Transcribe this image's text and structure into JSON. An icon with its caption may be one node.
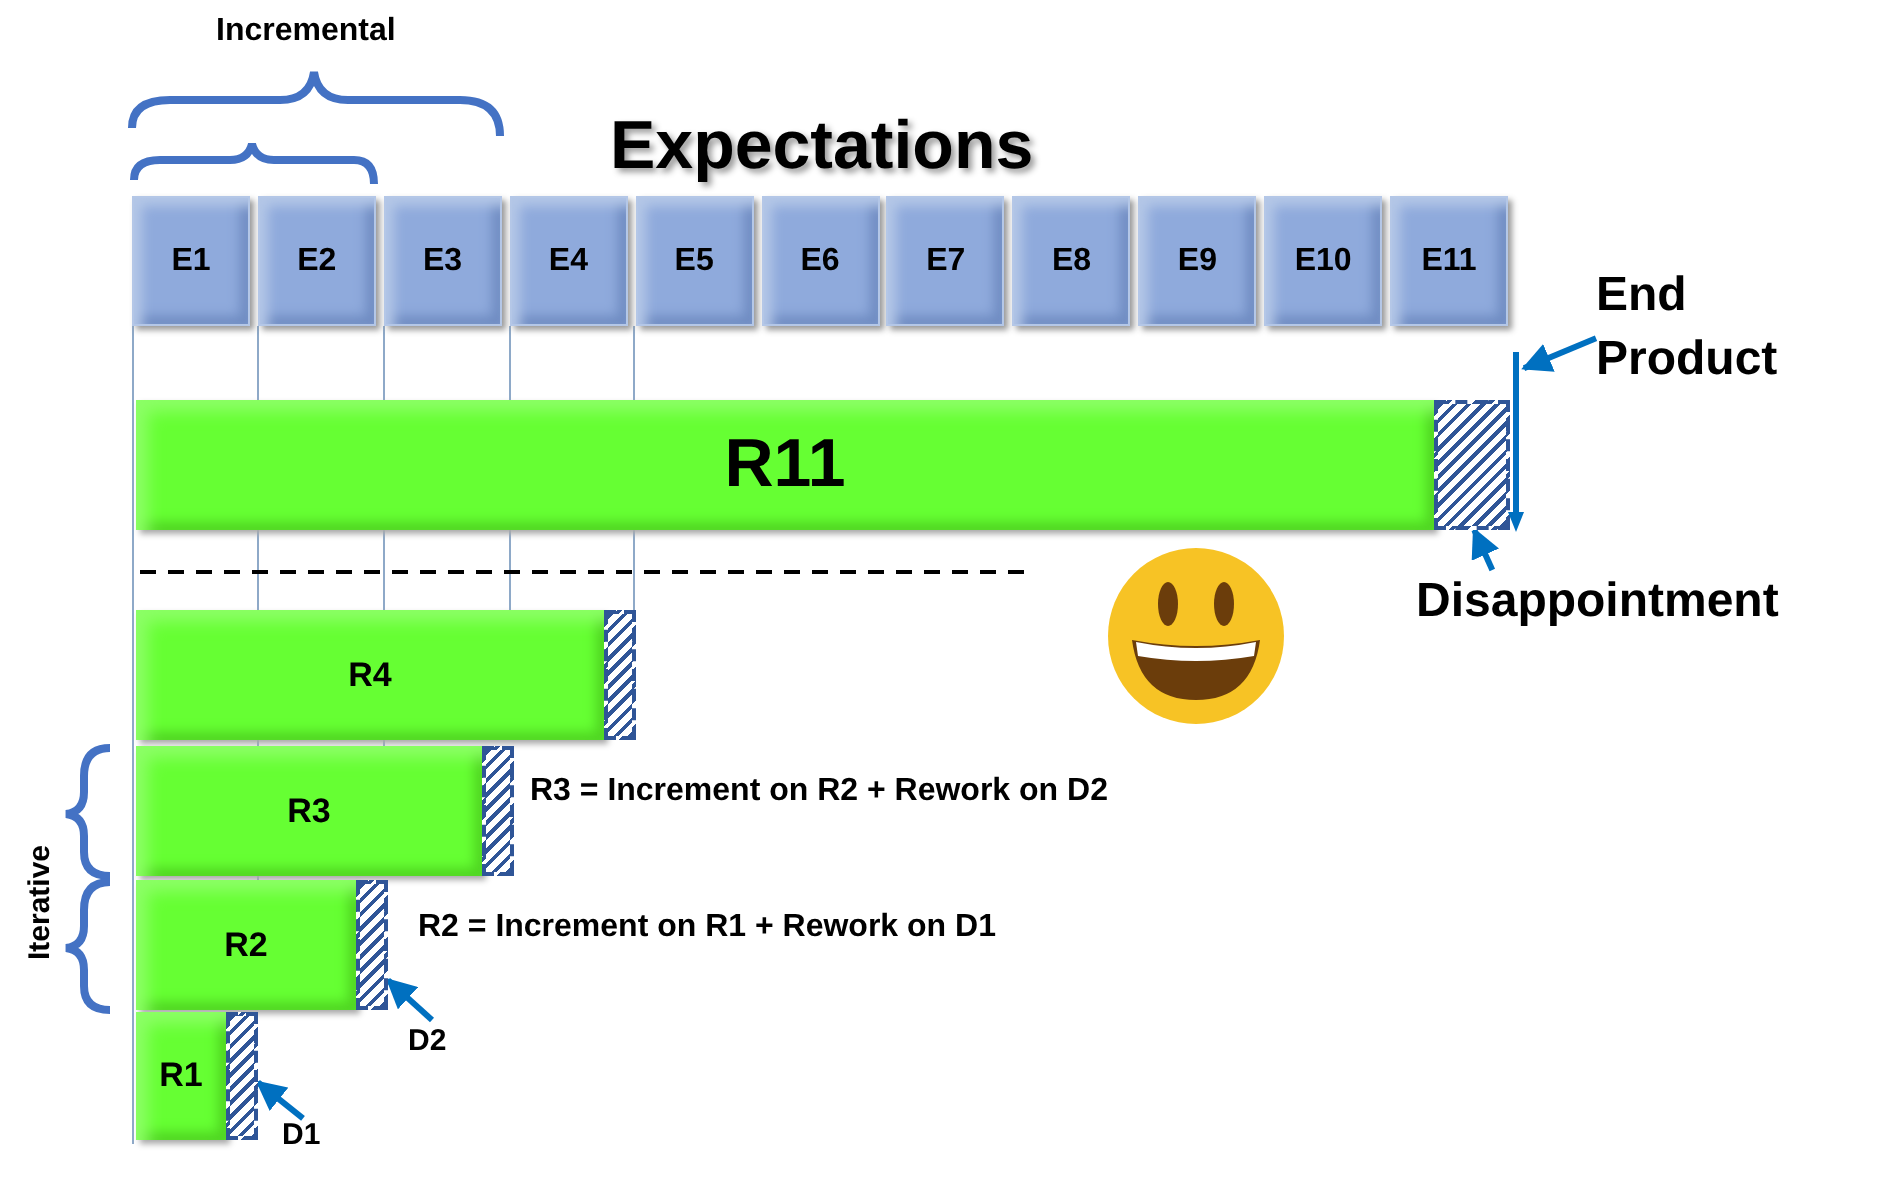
{
  "diagram": {
    "title": "Expectations",
    "nodes": [
      {
        "text": [
          "E1"
        ]
      },
      {
        "text": [
          "E2"
        ]
      },
      {
        "text": [
          "E3"
        ]
      },
      {
        "text": [
          "E4"
        ]
      },
      {
        "text": [
          "E5"
        ]
      },
      {
        "text": [
          "E6"
        ]
      },
      {
        "text": [
          "E7"
        ]
      },
      {
        "text": [
          "E8"
        ]
      },
      {
        "text": [
          "E9"
        ]
      },
      {
        "text": [
          "E10"
        ]
      },
      {
        "text": [
          "E11"
        ]
      },
      {
        "text": [
          "R11"
        ]
      },
      {
        "text": [],
        "shape": "box"
      },
      {
        "text": [
          "R4"
        ]
      },
      {
        "text": [],
        "shape": "box"
      },
      {
        "text": [
          "R3"
        ]
      },
      {
        "text": [],
        "shape": "box"
      },
      {
        "text": [
          "R2"
        ]
      },
      {
        "text": [],
        "shape": "box"
      },
      {
        "text": [
          "R1"
        ]
      },
      {
        "text": [],
        "shape": "box"
      },
      {
        "text": [
          "End Product"
        ]
      },
      {
        "text": [
          "Disappointment"
        ]
      },
      {
        "text": [
          "D2"
        ]
      },
      {
        "text": [
          "D1"
        ]
      },
      {
        "text": [],
        "shape": "bar"
      }
    ],
    "edges": [
      {
        "from": 21,
        "to": 25,
        "arrow": "to"
      },
      {
        "from": 22,
        "to": 12,
        "arrow": "to"
      },
      {
        "from": 23,
        "to": 18,
        "arrow": "to"
      },
      {
        "from": 24,
        "to": 20,
        "arrow": "to"
      }
    ],
    "labels": [
      "Incremental",
      "Iterative",
      "R3 = Increment on R2 + Rework on D2",
      "R2 = Increment on R1 + Rework on D1"
    ]
  }
}
